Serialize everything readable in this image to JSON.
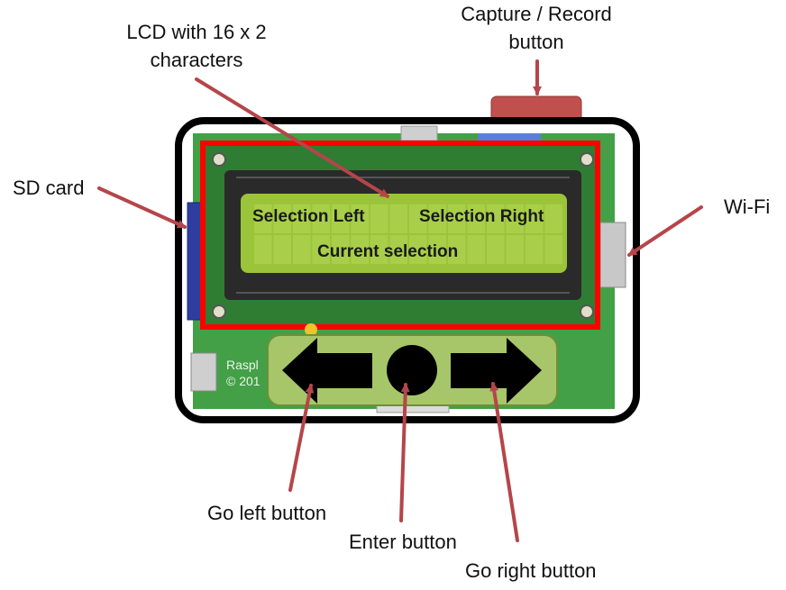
{
  "labels": {
    "lcd": [
      "LCD with 16 x 2",
      "characters"
    ],
    "capture": [
      "Capture / Record",
      "button"
    ],
    "sd_card": "SD card",
    "wifi": "Wi-Fi",
    "go_left": "Go left button",
    "enter": "Enter button",
    "go_right": "Go right button"
  },
  "lcd_screen": {
    "left_text": "Selection Left",
    "right_text": "Selection Right",
    "center_text": "Current selection"
  },
  "board_silkscreen": {
    "line1": "Raspl",
    "line2": "© 201"
  },
  "colors": {
    "board_green": "#43a047",
    "lcd_screen": "#9bc43a",
    "highlight_red": "#ff0000",
    "arrow": "#b5454a",
    "capture_button": "#c0504d",
    "button_pad": "#a7c66a"
  }
}
